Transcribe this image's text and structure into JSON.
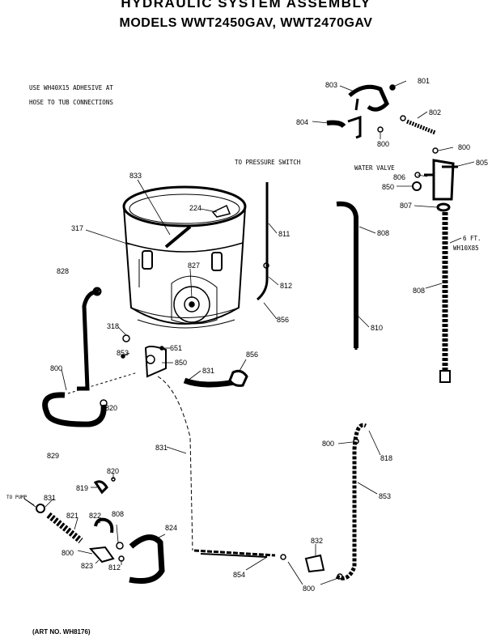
{
  "title": {
    "line1": "HYDRAULIC SYSTEM ASSEMBLY",
    "line2": "MODELS WWT2450GAV, WWT2470GAV"
  },
  "notes": {
    "adhesive_line1": "USE WH40X15 ADHESIVE AT",
    "adhesive_line2": "HOSE TO TUB CONNECTIONS",
    "pressure_switch": "TO PRESSURE SWITCH",
    "water_valve": "WATER VALVE",
    "six_ft": "6 FT.",
    "wh_part": "WH10X85",
    "to_pump": "TO PUMP"
  },
  "art_number": "(ART NO. WH8176)",
  "labels": {
    "p801": "801",
    "p802": "802",
    "p803": "803",
    "p804": "804",
    "p800a": "800",
    "p800b": "800",
    "p805": "805",
    "p806": "806",
    "p850a": "850",
    "p807": "807",
    "p808a": "808",
    "p808b": "808",
    "p810": "810",
    "p811": "811",
    "p812a": "812",
    "p856a": "856",
    "p833": "833",
    "p224": "224",
    "p317": "317",
    "p827": "827",
    "p828": "828",
    "p318": "318",
    "p853a": "853",
    "p651": "651",
    "p850b": "850",
    "p800c": "800",
    "p820a": "820",
    "p831a": "831",
    "p856b": "856",
    "p829": "829",
    "p831b": "831",
    "p820b": "820",
    "p819": "819",
    "p831c": "831",
    "p821": "821",
    "p822": "822",
    "p808c": "808",
    "p800d": "800",
    "p823": "823",
    "p812b": "812",
    "p824": "824",
    "p854": "854",
    "p832": "832",
    "p800e": "800",
    "p800f": "800",
    "p818": "818",
    "p853b": "853"
  }
}
